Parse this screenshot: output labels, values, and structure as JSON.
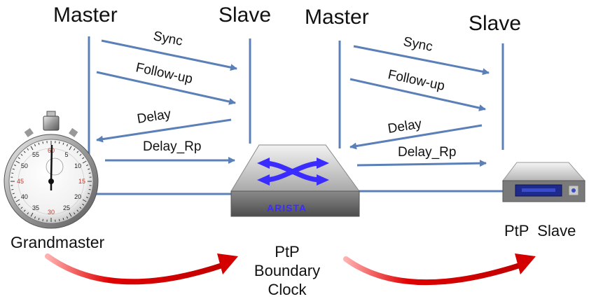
{
  "headings": {
    "left_master": "Master",
    "left_slave": "Slave",
    "right_master": "Master",
    "right_slave": "Slave"
  },
  "messages_left": {
    "sync": "Sync",
    "follow_up": "Follow-up",
    "delay": "Delay",
    "delay_rp": "Delay_Rp"
  },
  "messages_right": {
    "sync": "Sync",
    "follow_up": "Follow-up",
    "delay": "Delay",
    "delay_rp": "Delay_Rp"
  },
  "devices": {
    "grandmaster": "Grandmaster",
    "boundary_clock_line1": "PtP",
    "boundary_clock_line2": "Boundary",
    "boundary_clock_line3": "Clock",
    "slave": "PtP  Slave",
    "switch_brand": "ARISTA"
  },
  "stopwatch_dial": [
    "60",
    "5",
    "10",
    "15",
    "20",
    "25",
    "30",
    "35",
    "40",
    "45",
    "50",
    "55"
  ],
  "colors": {
    "arrow": "#5b80b8",
    "curved_arrow": "#d40000",
    "switch_arrows": "#3a2cff"
  }
}
